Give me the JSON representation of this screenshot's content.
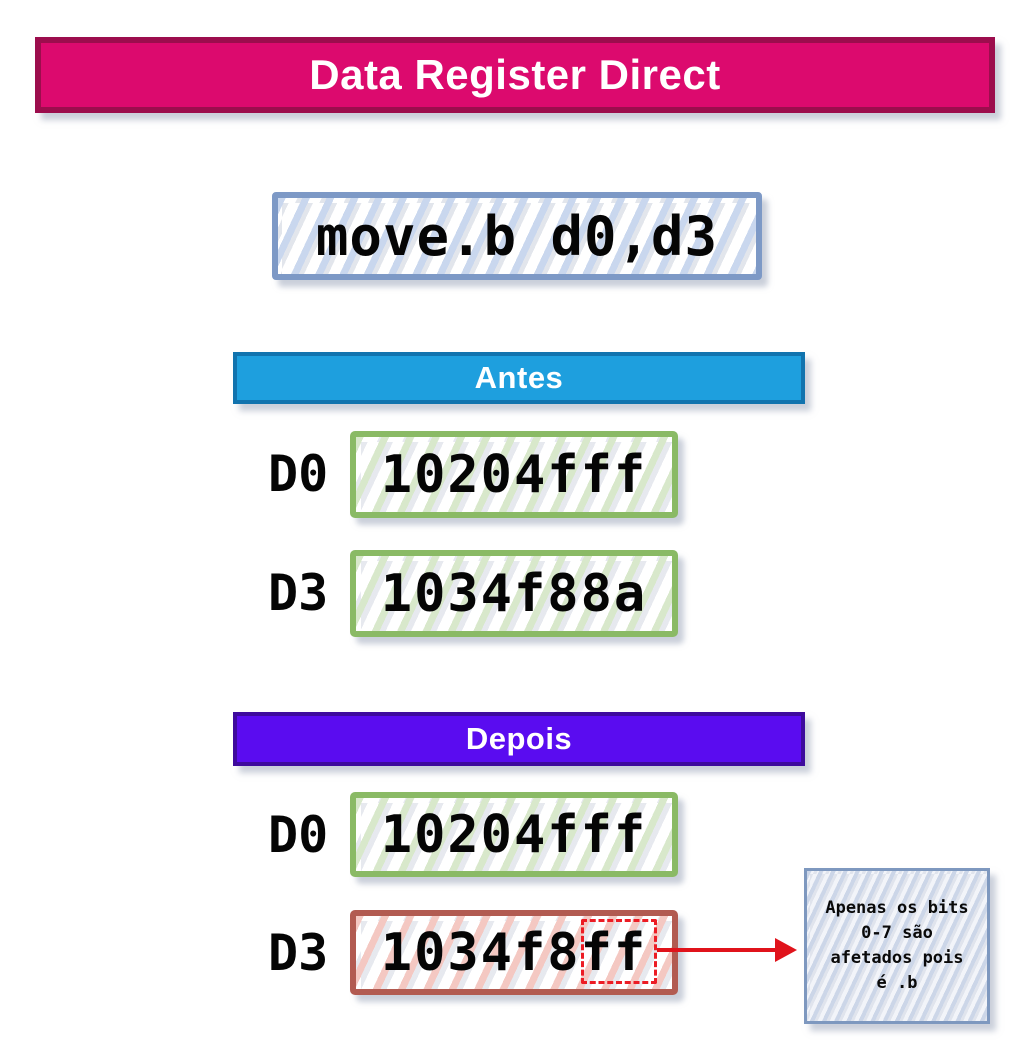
{
  "title": {
    "text": "Data Register Direct"
  },
  "instruction": {
    "text": "move.b d0,d3"
  },
  "sections": [
    {
      "id": "antes",
      "label": "Antes",
      "rows": [
        {
          "register": "D0",
          "value": "10204fff"
        },
        {
          "register": "D3",
          "value": "1034f88a"
        }
      ]
    },
    {
      "id": "depois",
      "label": "Depois",
      "rows": [
        {
          "register": "D0",
          "value": "10204fff"
        },
        {
          "register": "D3",
          "value": "1034f8ff",
          "highlighted_byte": "ff"
        }
      ]
    }
  ],
  "annotation": {
    "text": "Apenas os bits\n0-7 são\nafetados pois\né .b"
  },
  "colors": {
    "title_fill": "#dc0a6e",
    "title_border": "#9c0d4d",
    "antes_fill": "#1e9fde",
    "antes_border": "#1173ae",
    "depois_fill": "#5a0cf0",
    "depois_border": "#3e0a9d",
    "register_border_green": "#8aba65",
    "register_border_red": "#b25b51",
    "instruction_border": "#7d99c6",
    "annotation_border": "#7e98bf",
    "highlight_dashed_red": "#ec1c24",
    "arrow_red": "#e0131b"
  }
}
